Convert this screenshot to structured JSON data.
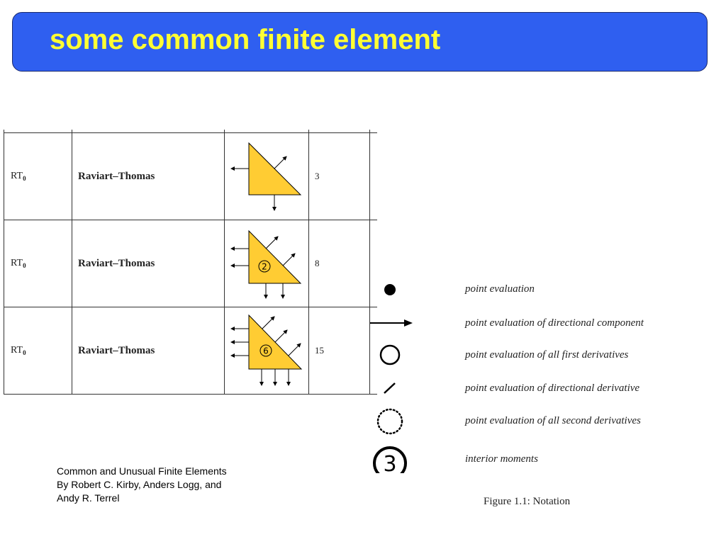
{
  "slide": {
    "title": "some common finite element"
  },
  "table": {
    "rows": [
      {
        "abbr": "RT",
        "abbr_sub": "0",
        "name": "Raviart–Thomas",
        "dofs": "3",
        "interior_moment": ""
      },
      {
        "abbr": "RT",
        "abbr_sub": "0",
        "name": "Raviart–Thomas",
        "dofs": "8",
        "interior_moment": "2"
      },
      {
        "abbr": "RT",
        "abbr_sub": "0",
        "name": "Raviart–Thomas",
        "dofs": "15",
        "interior_moment": "6"
      }
    ],
    "element_fill": "#ffcc33"
  },
  "citation": {
    "line1": "Common and Unusual Finite Elements",
    "line2": "By Robert C. Kirby, Anders Logg, and",
    "line3": "Andy R. Terrel"
  },
  "legend": {
    "items": [
      {
        "icon": "filled-dot-icon",
        "text": "point evaluation"
      },
      {
        "icon": "arrow-icon",
        "text": "point evaluation of directional component"
      },
      {
        "icon": "circle-icon",
        "text": "point evaluation of all first derivatives"
      },
      {
        "icon": "slash-icon",
        "text": "point evaluation of directional derivative"
      },
      {
        "icon": "dotted-circle-icon",
        "text": "point evaluation of all second derivatives"
      },
      {
        "icon": "circled-number-icon",
        "symbol": "3",
        "text": "interior moments"
      }
    ],
    "caption": "Figure 1.1: Notation"
  }
}
